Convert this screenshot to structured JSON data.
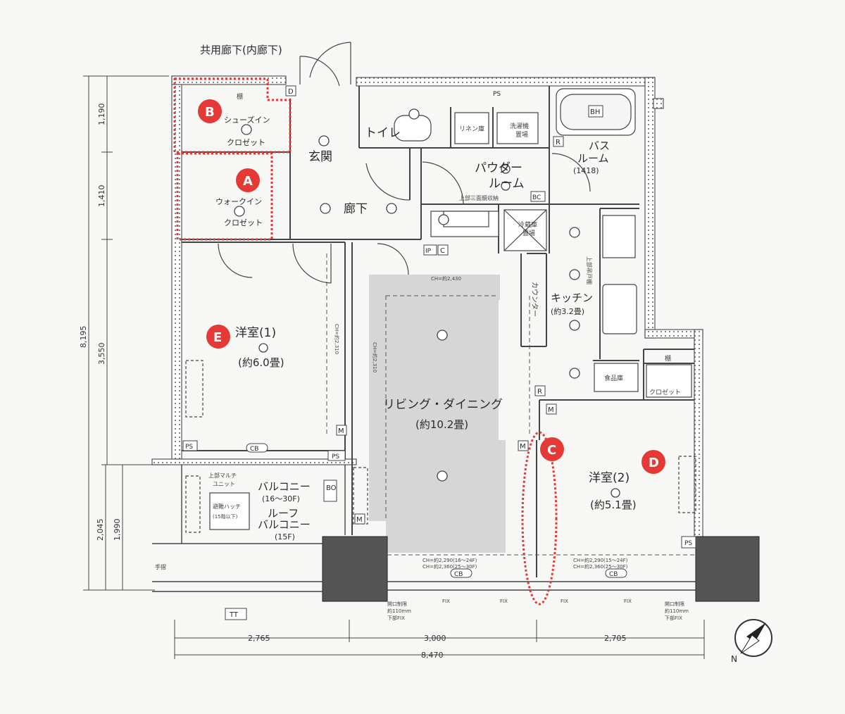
{
  "corridor_label": "共用廊下(内廊下)",
  "rooms": {
    "shoe_closet": [
      "シューズイン",
      "クロゼット"
    ],
    "entrance": "玄関",
    "walk_in": [
      "ウォークイン",
      "クロゼット"
    ],
    "hallway": "廊下",
    "toilet": "トイレ",
    "linen": "リネン庫",
    "laundry": [
      "洗濯機",
      "置場"
    ],
    "bath": [
      "バス",
      "ルーム",
      "(1418)"
    ],
    "powder": [
      "パウダー",
      "ルーム"
    ],
    "powder_note": "上部三面鏡収納",
    "fridge": [
      "冷蔵庫",
      "置場"
    ],
    "kitchen": [
      "キッチン",
      "(約3.2畳)"
    ],
    "upper_cabinet": "上部吊戸棚",
    "counter": "カウンター",
    "pantry": "食品庫",
    "closet": "クロゼット",
    "shelf": "棚",
    "room1": [
      "洋室(1)",
      "(約6.0畳)"
    ],
    "living": [
      "リビング・ダイニング",
      "(約10.2畳)"
    ],
    "room2": [
      "洋室(2)",
      "(約5.1畳)"
    ],
    "balcony": [
      "バルコニー",
      "(16〜30F)",
      "ルーフ",
      "バルコニー",
      "(15F)"
    ],
    "hatch": [
      "避難ハッチ",
      "(15階以下)"
    ],
    "multi": [
      "上部マルチ",
      "ユニット"
    ],
    "handrail": "手摺"
  },
  "symbols": {
    "D": "D",
    "R": "R",
    "BC": "BC",
    "IP": "IP",
    "C": "C",
    "M": "M",
    "PS": "PS",
    "CB": "CB",
    "BO": "BO",
    "BH": "BH",
    "TT": "TT"
  },
  "ceiling_notes": {
    "living_top": "CH=約2,430",
    "room1_ch": "CH=約2,310",
    "living_ch": "CH=約2,310",
    "living_bottom": [
      "CH=約2,290(16〜24F)",
      "CH=約2,360(25〜30F)"
    ],
    "room2_bottom": [
      "CH=約2,290(15〜24F)",
      "CH=約2,360(25〜30F)"
    ]
  },
  "windows": {
    "fix": "FIX",
    "open_left": [
      "開口制限",
      "約110mm",
      "下部FIX"
    ],
    "open_right": [
      "開口制限",
      "約110mm",
      "下部FIX"
    ]
  },
  "dimensions": {
    "left_total": "8,195",
    "left_parts": [
      "1,190",
      "1,410",
      "3,550",
      "1,990"
    ],
    "left_outer": "2,045",
    "bottom_parts": [
      "2,765",
      "3,000",
      "2,705"
    ],
    "bottom_total": "8,470"
  },
  "markers": [
    "A",
    "B",
    "C",
    "D",
    "E"
  ],
  "compass": "N",
  "colors": {
    "marker": "#e53935",
    "dotted": "#e53935",
    "living_fill": "#d6d6d6",
    "wall": "#555555"
  }
}
